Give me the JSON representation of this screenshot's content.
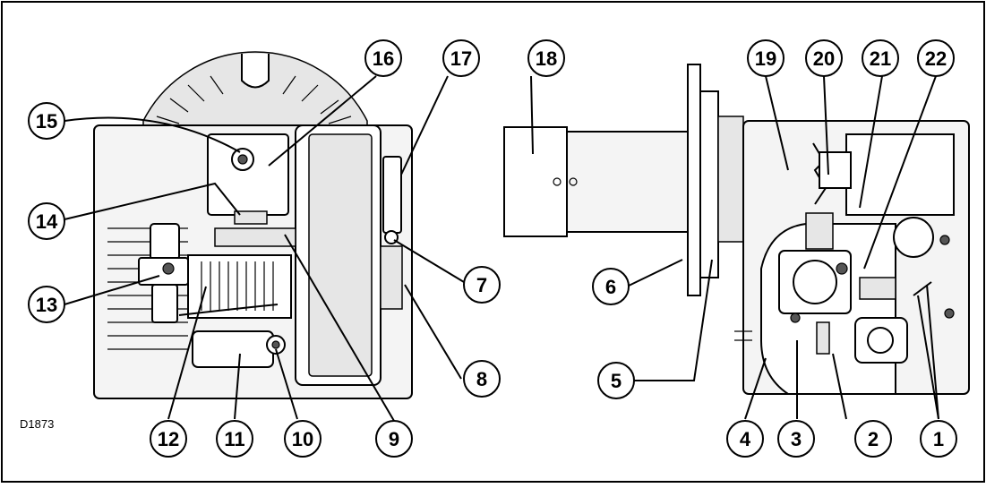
{
  "figure": {
    "code": "D1873"
  },
  "callouts": [
    "1",
    "2",
    "3",
    "4",
    "5",
    "6",
    "7",
    "8",
    "9",
    "10",
    "11",
    "12",
    "13",
    "14",
    "15",
    "16",
    "17",
    "18",
    "19",
    "20",
    "21",
    "22"
  ]
}
